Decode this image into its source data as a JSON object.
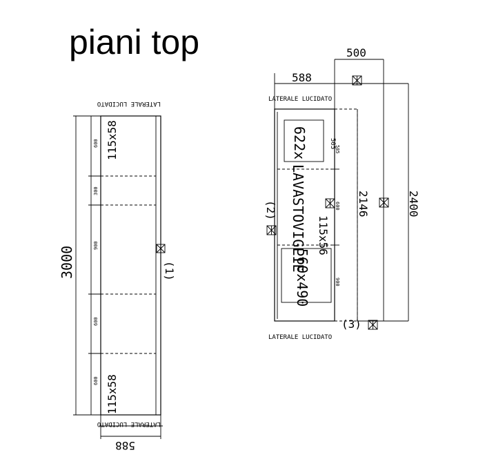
{
  "title": "piani top",
  "left_panel": {
    "top_label": "LATERALE LUCIDATO",
    "bottom_label": "LATERALE LUCIDATO",
    "overall_length": "3000",
    "width": "588",
    "segments": [
      "600",
      "300",
      "900",
      "600",
      "600"
    ],
    "top_code": "115x58",
    "bottom_code": "115x58",
    "marker": "(1)"
  },
  "right_panel": {
    "top_label": "LATERALE LUCIDATO",
    "bottom_label": "LATERALE LUCIDATO",
    "width_top": "588",
    "width_offset": "500",
    "length_2146": "2146",
    "length_2400": "2400",
    "sink_label": "LAVASTOVIGLIE",
    "upper_cut": "622x",
    "upper_cut_2": "505",
    "lower_cut": "560x490",
    "middle_code": "115x56",
    "segment_top": "585",
    "segment_mid": "600",
    "segment_bottom": "900",
    "marker_left": "(2)",
    "marker_bottom": "(3)"
  }
}
